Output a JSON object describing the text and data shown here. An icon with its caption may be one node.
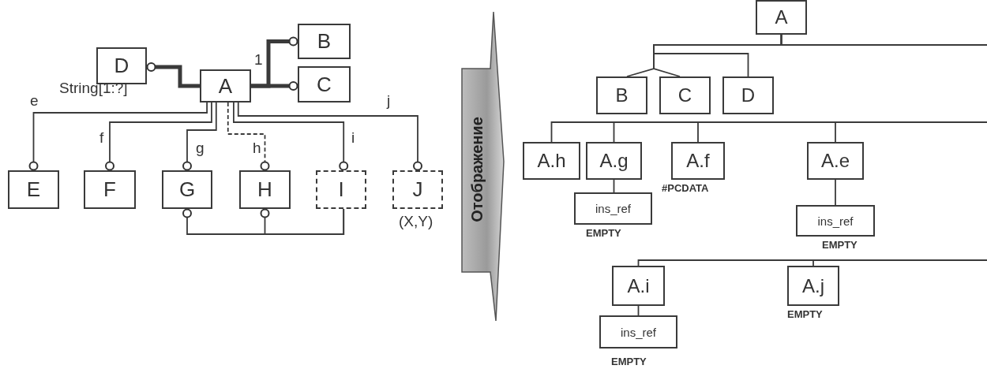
{
  "diagram": {
    "nodes": [
      {
        "text": [
          "A"
        ]
      },
      {
        "text": [
          "B"
        ]
      },
      {
        "text": [
          "C"
        ]
      },
      {
        "text": [
          "D"
        ]
      },
      {
        "text": [
          "E"
        ]
      },
      {
        "text": [
          "F"
        ]
      },
      {
        "text": [
          "G"
        ]
      },
      {
        "text": [
          "H"
        ]
      },
      {
        "text": [
          "I"
        ]
      },
      {
        "text": [
          "J"
        ],
        "beside": [
          "(X,Y)"
        ]
      },
      {
        "text": [
          "Отображение"
        ]
      },
      {
        "text": [
          "A"
        ]
      },
      {
        "text": [
          "B"
        ]
      },
      {
        "text": [
          "C"
        ]
      },
      {
        "text": [
          "D"
        ]
      },
      {
        "text": [
          "A.h"
        ]
      },
      {
        "text": [
          "A.g"
        ]
      },
      {
        "text": [
          "ins_ref"
        ],
        "beside": [
          "EMPTY"
        ]
      },
      {
        "text": [
          "A.f"
        ],
        "beside": [
          "#PCDATA"
        ]
      },
      {
        "text": [
          "A.e"
        ]
      },
      {
        "text": [
          "ins_ref"
        ],
        "beside": [
          "EMPTY"
        ]
      },
      {
        "text": [
          "A.i"
        ]
      },
      {
        "text": [
          "ins_ref"
        ],
        "beside": [
          "EMPTY"
        ]
      },
      {
        "text": [
          "A.j"
        ],
        "beside": [
          "EMPTY"
        ]
      }
    ],
    "edges": [
      {
        "from": 0,
        "to": 3,
        "arrow": "other",
        "style": "thick"
      },
      {
        "from": 0,
        "to": 1,
        "arrow": "other",
        "style": "thick"
      },
      {
        "from": 0,
        "to": 2,
        "arrow": "other",
        "style": "thick"
      },
      {
        "from": 0,
        "to": 4,
        "arrow": "other",
        "label": "e"
      },
      {
        "from": 0,
        "to": 5,
        "arrow": "other",
        "label": "f"
      },
      {
        "from": 0,
        "to": 6,
        "arrow": "other",
        "label": "g"
      },
      {
        "from": 0,
        "to": 7,
        "arrow": "other",
        "label": "h",
        "style": "dashed"
      },
      {
        "from": 0,
        "to": 8,
        "arrow": "other",
        "label": "i"
      },
      {
        "from": 0,
        "to": 9,
        "arrow": "other",
        "label": "j"
      },
      {
        "from": 8,
        "to": 6,
        "arrow": "other"
      },
      {
        "from": 8,
        "to": 7,
        "arrow": "other"
      },
      {
        "from": 11,
        "to": 12,
        "arrow": "none"
      },
      {
        "from": 11,
        "to": 13,
        "arrow": "none"
      },
      {
        "from": 11,
        "to": 14,
        "arrow": "none"
      },
      {
        "from": 11,
        "to": null,
        "arrow": "none"
      },
      {
        "from": null,
        "to": 15,
        "arrow": "none"
      },
      {
        "from": null,
        "to": 16,
        "arrow": "none"
      },
      {
        "from": null,
        "to": 18,
        "arrow": "none"
      },
      {
        "from": null,
        "to": 19,
        "arrow": "none"
      },
      {
        "from": 16,
        "to": 17,
        "arrow": "none"
      },
      {
        "from": 19,
        "to": 20,
        "arrow": "none"
      },
      {
        "from": null,
        "to": 21,
        "arrow": "none"
      },
      {
        "from": null,
        "to": 23,
        "arrow": "none"
      },
      {
        "from": 21,
        "to": 22,
        "arrow": "none"
      }
    ],
    "labels": [
      "1",
      "String[1:?]"
    ]
  }
}
